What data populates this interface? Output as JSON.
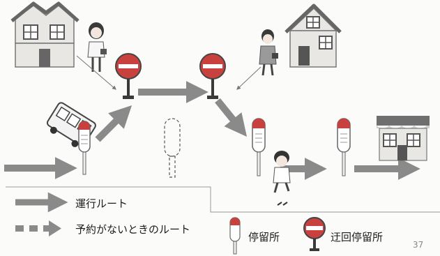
{
  "legend": {
    "route_label": "運行ルート",
    "no_booking_label": "予約がないときのルート",
    "regular_stop_label": "停留所",
    "detour_stop_label": "迂回停留所"
  },
  "page_number": "37",
  "colors": {
    "arrow": "#8a8a8a",
    "stop_red": "#c8413e",
    "stop_dark": "#3a3a3a",
    "house_wall": "#e8e6e1",
    "roof": "#6f6f6f"
  }
}
